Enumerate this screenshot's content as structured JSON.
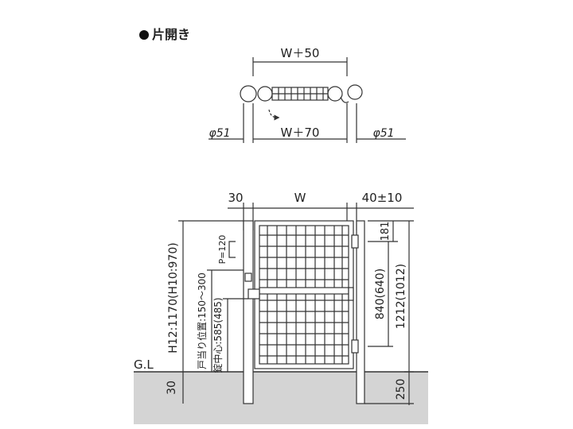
{
  "heading": {
    "bullet": "●",
    "title": "片開き"
  },
  "plan_view": {
    "dim_top": "W＋50",
    "dim_bottom": "W＋70",
    "dim_left_pipe": "φ51",
    "dim_right_pipe": "φ51"
  },
  "elevation": {
    "dim_left_gap": "30",
    "dim_width": "W",
    "dim_right_gap": "40±10",
    "height_total": "H12:1170(H10:970)",
    "latch_range": "戸当り位置:150〜300",
    "lock_center": "錠中心:585(485)",
    "pitch": "P=120",
    "ground_label": "G.L",
    "below_ground_left": "30",
    "top_offset": "181",
    "hinge_span": "840(640)",
    "post_height": "1212(1012)",
    "embed_depth": "250"
  },
  "colors": {
    "ground": "#d4d4d4",
    "line": "#333333"
  }
}
